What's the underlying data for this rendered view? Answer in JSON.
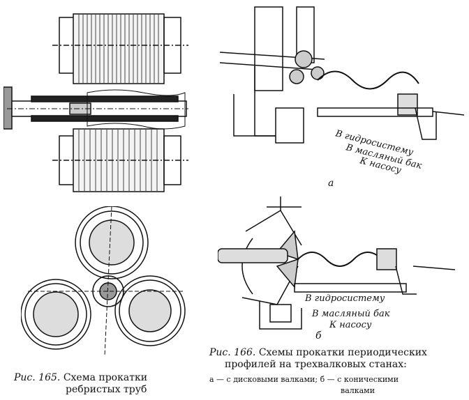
{
  "fig165": {
    "caption_num": "Рис. 165.",
    "caption_text_1": "Схема прокатки",
    "caption_text_2": "ребристых труб"
  },
  "fig166": {
    "caption_num": "Рис. 166.",
    "caption_text_1": "Схемы прокатки периодических",
    "caption_text_2": "профилей на трехвалковых станах:",
    "legend_line_1": "а — с дисковыми валками; б — с коническими",
    "legend_line_2": "валками",
    "label_a": "а",
    "label_b": "б",
    "a_labels": [
      "В гидросистему",
      "В масляный бак",
      "К насосу"
    ],
    "b_labels": [
      "В гидросистему",
      "В масляный бак",
      "К насосу"
    ]
  }
}
